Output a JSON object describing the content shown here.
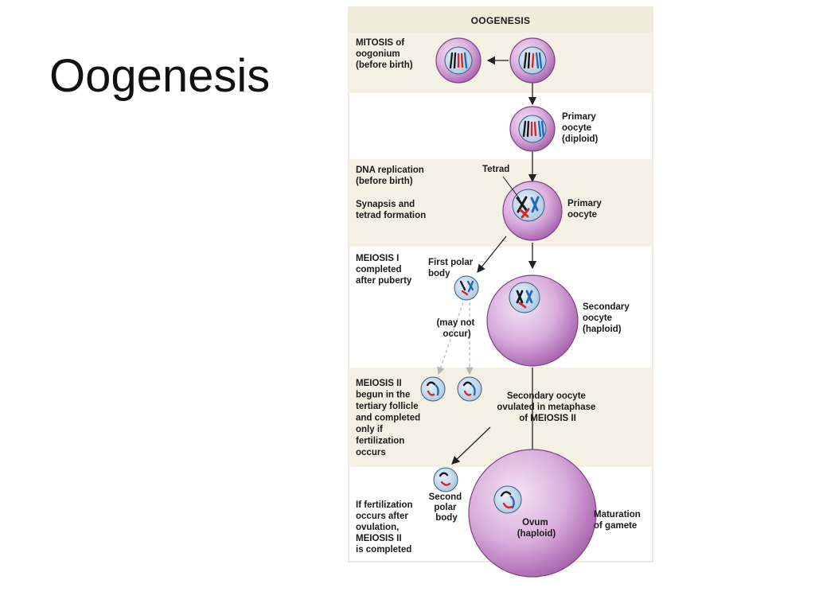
{
  "slide": {
    "title": "Oogenesis"
  },
  "figure": {
    "header": "OOGENESIS",
    "mitosis_label": [
      "MITOSIS of",
      "oogonium",
      "(before birth)"
    ],
    "primary_oocyte_diploid": [
      "Primary",
      "oocyte",
      "(diploid)"
    ],
    "dna_replication": [
      "DNA replication",
      "(before birth)"
    ],
    "synapsis": [
      "Synapsis and",
      "tetrad formation"
    ],
    "tetrad": "Tetrad",
    "primary_oocyte": [
      "Primary",
      "oocyte"
    ],
    "meiosis1": [
      "MEIOSIS I",
      "completed",
      "after puberty"
    ],
    "first_polar_body": [
      "First polar",
      "body"
    ],
    "may_not_occur": [
      "(may not",
      "occur)"
    ],
    "secondary_oocyte_haploid": [
      "Secondary",
      "oocyte",
      "(haploid)"
    ],
    "meiosis2": [
      "MEIOSIS II",
      "begun in the",
      "tertiary follicle",
      "and completed",
      "only if",
      "fertilization",
      "occurs"
    ],
    "secondary_ovulated": [
      "Secondary oocyte",
      "ovulated in metaphase",
      "of MEIOSIS II"
    ],
    "if_fertilization": [
      "If fertilization",
      "occurs after",
      "ovulation,",
      "MEIOSIS II",
      "is completed"
    ],
    "second_polar_body": [
      "Second",
      "polar",
      "body"
    ],
    "ovum": [
      "Ovum",
      "(haploid)"
    ],
    "maturation": [
      "Maturation",
      "of gamete"
    ]
  },
  "colors": {
    "band": "#f1ecd9",
    "cell_light": "#ead2ec",
    "cell_dark": "#a660ad",
    "nucleus": "#c7dcef",
    "chrom_red": "#d7262e",
    "chrom_blue": "#2469b3",
    "chrom_black": "#1a1a1a"
  }
}
